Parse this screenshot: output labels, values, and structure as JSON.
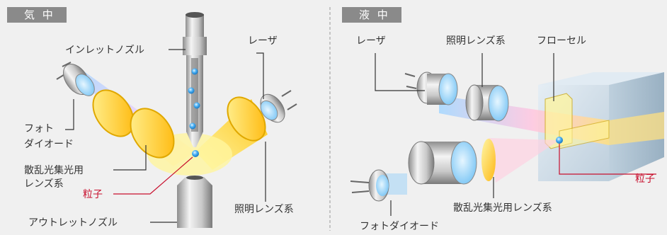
{
  "gas": {
    "title": "気 中",
    "labels": {
      "inlet_nozzle": "インレットノズル",
      "laser": "レーザ",
      "photodiode_line1": "フォト",
      "photodiode_line2": "ダイオード",
      "scatter_lens_line1": "散乱光集光用",
      "scatter_lens_line2": "レンズ系",
      "particle": "粒子",
      "illumination_lens": "照明レンズ系",
      "outlet_nozzle": "アウトレットノズル"
    }
  },
  "liquid": {
    "title": "液 中",
    "labels": {
      "laser": "レーザ",
      "illumination_lens": "照明レンズ系",
      "flow_cell": "フローセル",
      "particle": "粒子",
      "scatter_lens": "散乱光集光用レンズ系",
      "photodiode": "フォトダイオード"
    }
  },
  "colors": {
    "background": "#f0f0f0",
    "title_bg": "#8a8a8a",
    "label_text": "#333333",
    "particle_red": "#c8102e",
    "divider": "#999999",
    "laser_beam": "#ffd54f",
    "particle_blue": "#4fb3f6"
  }
}
